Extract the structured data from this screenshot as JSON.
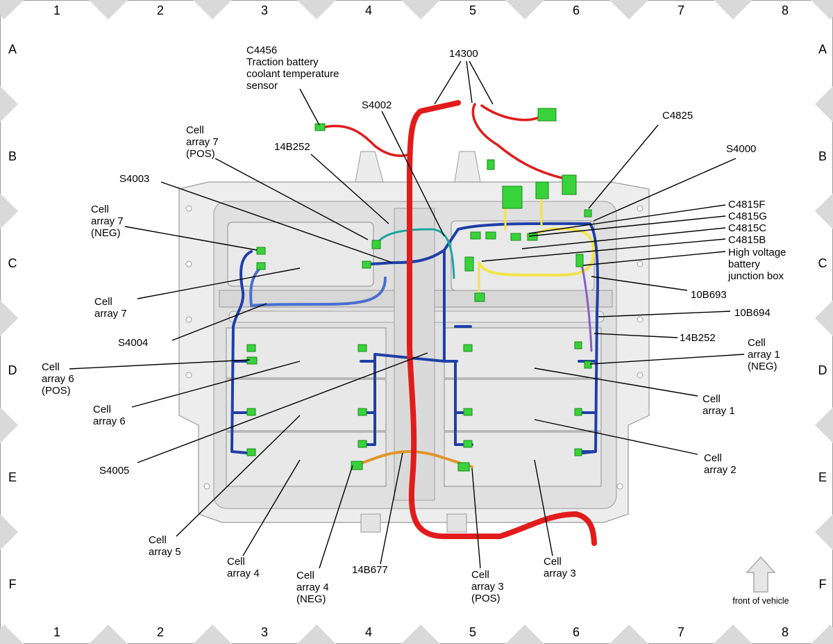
{
  "grid": {
    "columns": [
      "1",
      "2",
      "3",
      "4",
      "5",
      "6",
      "7",
      "8"
    ],
    "rows": [
      "A",
      "B",
      "C",
      "D",
      "E",
      "F"
    ]
  },
  "labels": {
    "c4456": [
      "C4456",
      "Traction battery",
      "coolant temperature",
      "sensor"
    ],
    "n14300": [
      "14300"
    ],
    "s4002": [
      "S4002"
    ],
    "c4825": [
      "C4825"
    ],
    "s4000": [
      "S4000"
    ],
    "cell7pos": [
      "Cell",
      "array 7",
      "(POS)"
    ],
    "n14b252_top": [
      "14B252"
    ],
    "s4003": [
      "S4003"
    ],
    "cell7neg": [
      "Cell",
      "array 7",
      "(NEG)"
    ],
    "c4815f": [
      "C4815F"
    ],
    "c4815g": [
      "C4815G"
    ],
    "c4815c": [
      "C4815C"
    ],
    "c4815b": [
      "C4815B"
    ],
    "hvjb": [
      "High voltage",
      "battery",
      "junction box"
    ],
    "cell7": [
      "Cell",
      "array 7"
    ],
    "n10b693": [
      "10B693"
    ],
    "n10b694": [
      "10B694"
    ],
    "s4004": [
      "S4004"
    ],
    "n14b252_right": [
      "14B252"
    ],
    "cell1neg": [
      "Cell",
      "array 1",
      "(NEG)"
    ],
    "cell6pos": [
      "Cell",
      "array 6",
      "(POS)"
    ],
    "cell6": [
      "Cell",
      "array 6"
    ],
    "cell1": [
      "Cell",
      "array 1"
    ],
    "s4005": [
      "S4005"
    ],
    "cell2": [
      "Cell",
      "array 2"
    ],
    "cell5": [
      "Cell",
      "array 5"
    ],
    "cell4": [
      "Cell",
      "array 4"
    ],
    "cell4neg": [
      "Cell",
      "array 4",
      "(NEG)"
    ],
    "n14b677": [
      "14B677"
    ],
    "cell3pos": [
      "Cell",
      "array 3",
      "(POS)"
    ],
    "cell3": [
      "Cell",
      "array 3"
    ]
  },
  "front_of_vehicle": "front of vehicle",
  "colors": {
    "harness_red": "#e21b1b",
    "harness_blue": "#1f3fa8",
    "harness_lightblue": "#4a6fd0",
    "harness_yellow": "#f2e44a",
    "harness_orange": "#e0952a",
    "harness_purple": "#8b5cc7",
    "harness_teal": "#1aa6a0",
    "connector_green": "#38d23a",
    "tray_gray": "#e4e4e4",
    "triangle_gray": "#d9d9d9"
  }
}
